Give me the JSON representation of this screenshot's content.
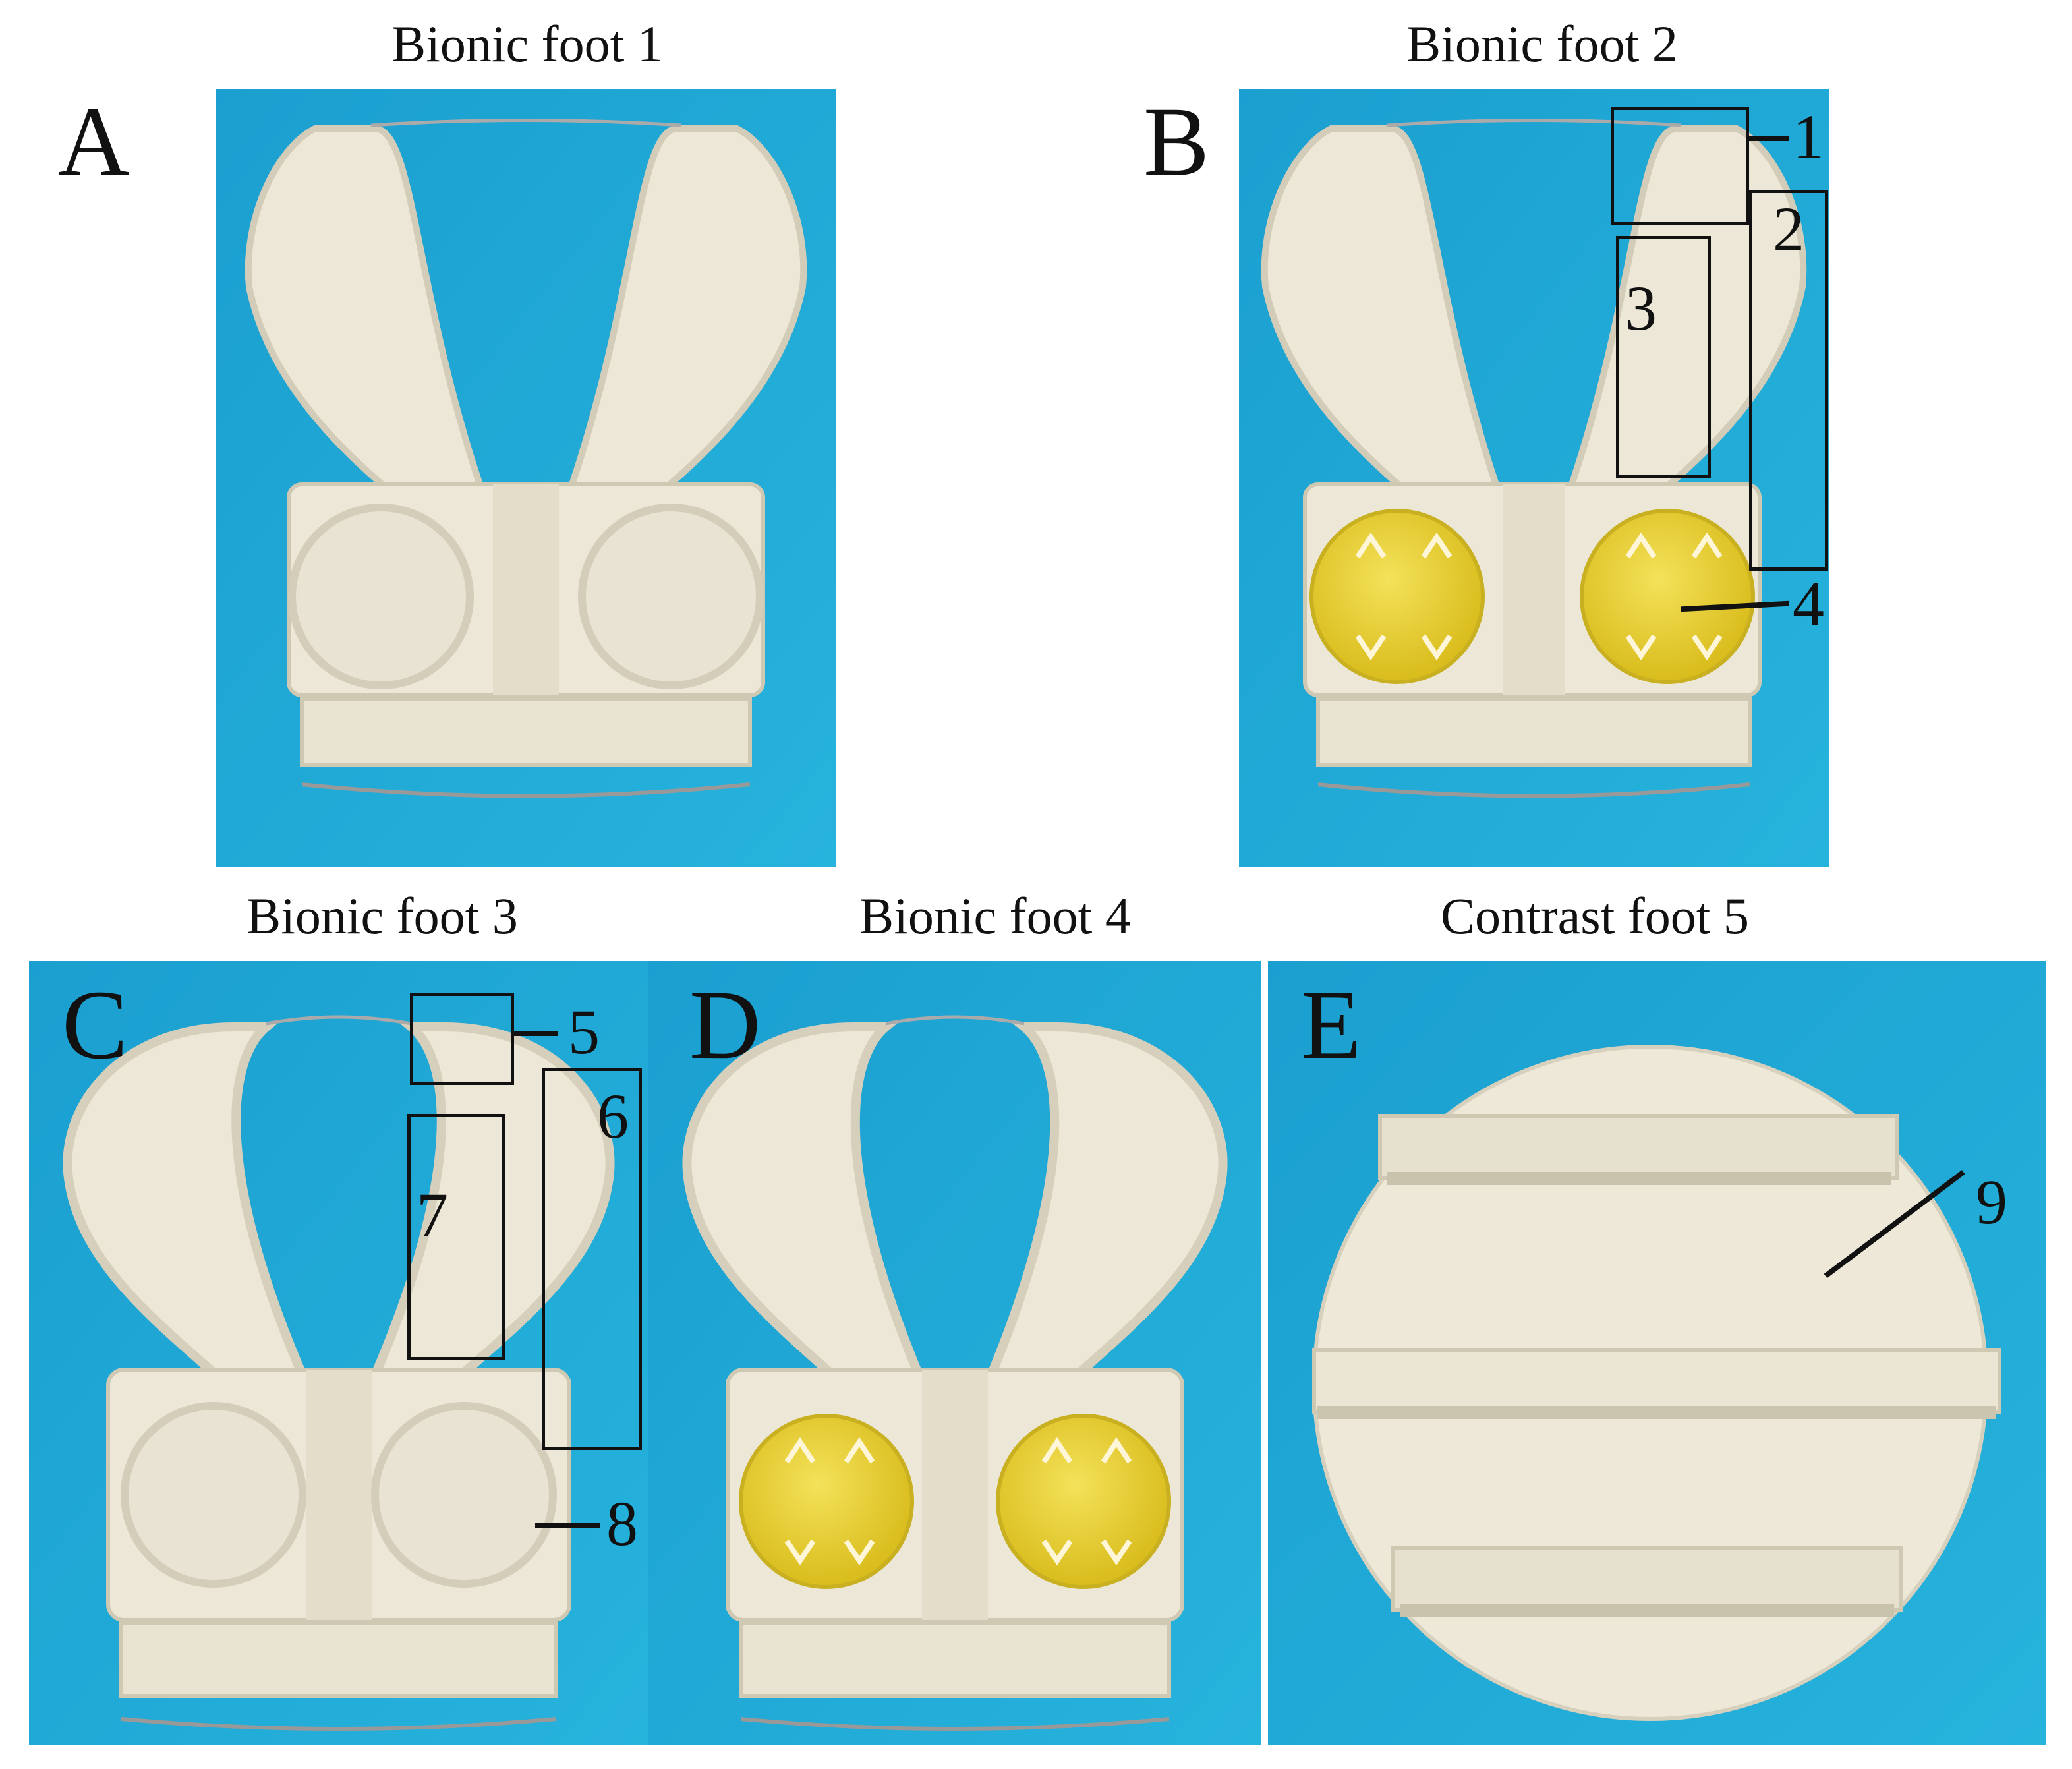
{
  "panels": [
    {
      "letter": "A",
      "title": "Bionic foot 1"
    },
    {
      "letter": "B",
      "title": "Bionic foot 2"
    },
    {
      "letter": "C",
      "title": "Bionic foot 3"
    },
    {
      "letter": "D",
      "title": "Bionic foot 4"
    },
    {
      "letter": "E",
      "title": "Contrast foot 5"
    }
  ],
  "callouts": [
    "1",
    "2",
    "3",
    "4",
    "5",
    "6",
    "7",
    "8",
    "9"
  ],
  "colors": {
    "background_blue": "#1fa3cf",
    "part_white": "#ece7d6",
    "pad_yellow": "#e4cc2c",
    "label_black": "#111111"
  }
}
